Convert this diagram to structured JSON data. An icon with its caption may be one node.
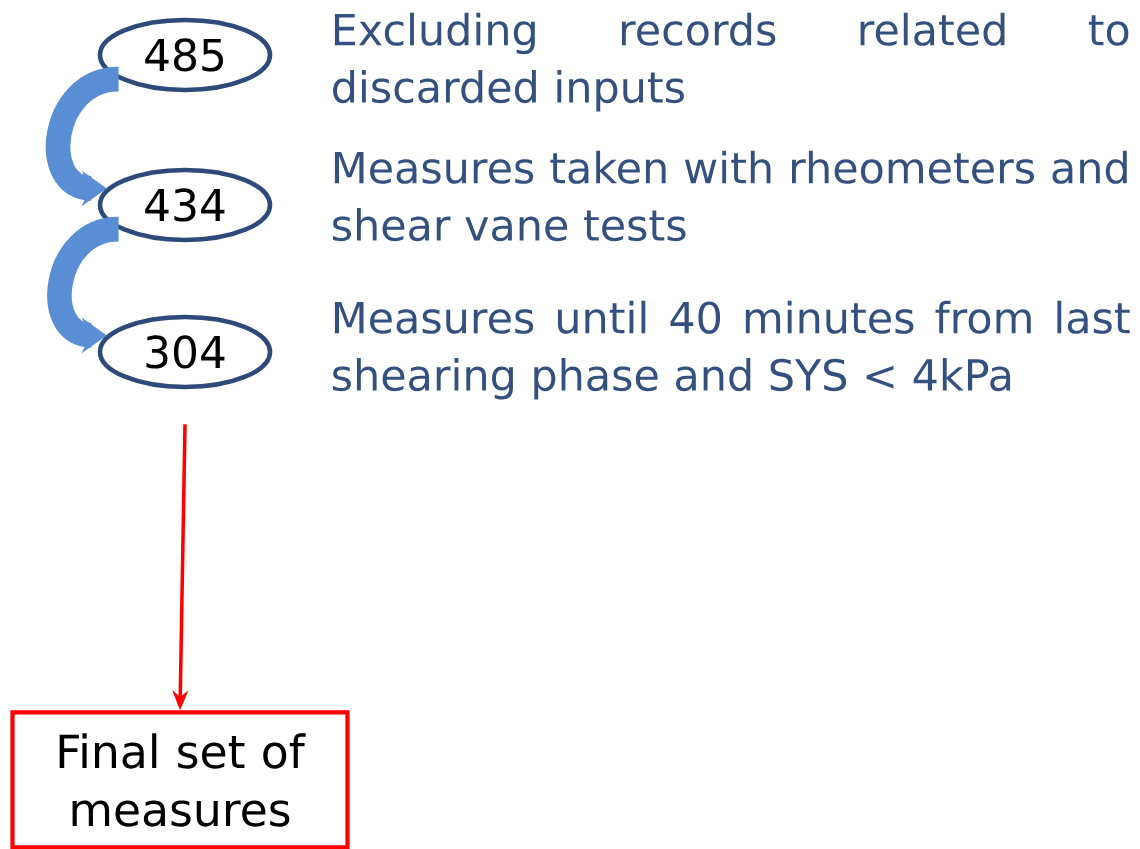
{
  "diagram": {
    "nodes": [
      {
        "text": [
          "485"
        ],
        "beside": [
          "Excluding records related to discarded inputs"
        ]
      },
      {
        "text": [
          "434"
        ],
        "beside": [
          "Measures taken with rheometers and shear vane tests"
        ]
      },
      {
        "text": [
          "304"
        ],
        "beside": [
          "Measures until 40 minutes from last shearing phase and SYS < 4kPa"
        ]
      },
      {
        "text": [
          "Final set of measures"
        ]
      }
    ],
    "edges": [
      {
        "from": 0,
        "to": 1,
        "arrow": "to"
      },
      {
        "from": 1,
        "to": 2,
        "arrow": "to"
      },
      {
        "from": 2,
        "to": 3,
        "arrow": "to",
        "color": "#ff0000"
      }
    ]
  }
}
